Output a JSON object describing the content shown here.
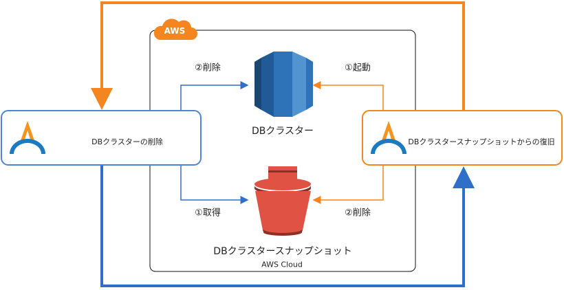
{
  "colors": {
    "orange": "#f5851f",
    "blue": "#2f6fca",
    "box_blue": "#4a86d8",
    "box_orange": "#f5851f",
    "bucket": "#e05243"
  },
  "cloud": {
    "badge": "AWS",
    "label": "AWS Cloud"
  },
  "nodes": {
    "left": {
      "label": "DBクラスターの削除",
      "icon": "aurora-logo-icon"
    },
    "right": {
      "label": "DBクラスタースナップショットからの復旧",
      "icon": "aurora-logo-icon"
    },
    "db": {
      "label": "DBクラスター",
      "icon": "rds-database-icon"
    },
    "snapshot": {
      "label": "DBクラスタースナップショット",
      "icon": "s3-bucket-icon"
    }
  },
  "edges": {
    "left_to_db": "②削除",
    "right_to_db": "①起動",
    "left_to_snapshot": "①取得",
    "right_to_snapshot": "②削除"
  }
}
